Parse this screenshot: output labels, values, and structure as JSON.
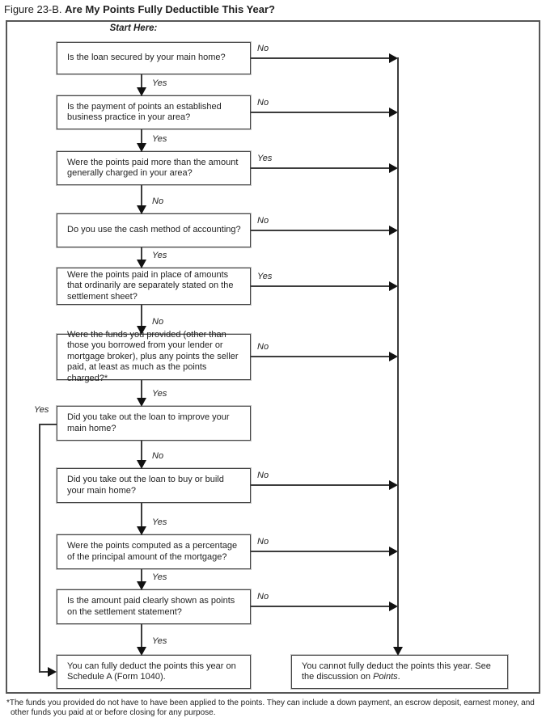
{
  "title": {
    "figure_label": "Figure 23-B.",
    "heading": "Are My Points Fully Deductible This Year?"
  },
  "flowchart": {
    "start_label": "Start Here:",
    "steps": [
      {
        "question": "Is the loan secured by your main home?",
        "side_label": "No",
        "down_label": "Yes"
      },
      {
        "question": "Is the payment of points an established business practice in your area?",
        "side_label": "No",
        "down_label": "Yes"
      },
      {
        "question": "Were the points paid more than the amount generally charged in your area?",
        "side_label": "Yes",
        "down_label": "No"
      },
      {
        "question": "Do you use the cash method of accounting?",
        "side_label": "No",
        "down_label": "Yes"
      },
      {
        "question": "Were the points paid in place of amounts that ordinarily are separately stated on the settlement sheet?",
        "side_label": "Yes",
        "down_label": "No"
      },
      {
        "question": "Were the funds you provided (other than those you borrowed from your lender or mortgage broker), plus any points the seller paid, at least as much as the points charged?*",
        "side_label": "No",
        "down_label": "Yes"
      },
      {
        "question": "Did you take out the loan to improve your main home?",
        "side_label": "Yes",
        "down_label": "No"
      },
      {
        "question": "Did you take out the loan to buy or build your main home?",
        "side_label": "No",
        "down_label": "Yes"
      },
      {
        "question": "Were the points computed as a percentage of the principal amount of the mortgage?",
        "side_label": "No",
        "down_label": "Yes"
      },
      {
        "question": "Is the amount paid clearly shown as points on the settlement statement?",
        "side_label": "No",
        "down_label": "Yes"
      }
    ],
    "outcomes": {
      "deductible": "You can fully deduct the points this year on Schedule A (Form 1040).",
      "not_deductible_prefix": "You cannot fully deduct the points this year. See the discussion on ",
      "not_deductible_italic": "Points",
      "not_deductible_suffix": "."
    }
  },
  "footnote": "*The funds you provided do not have to have been applied to the points. They can include a down payment, an escrow deposit, earnest money, and other funds you paid at or before closing for any purpose."
}
